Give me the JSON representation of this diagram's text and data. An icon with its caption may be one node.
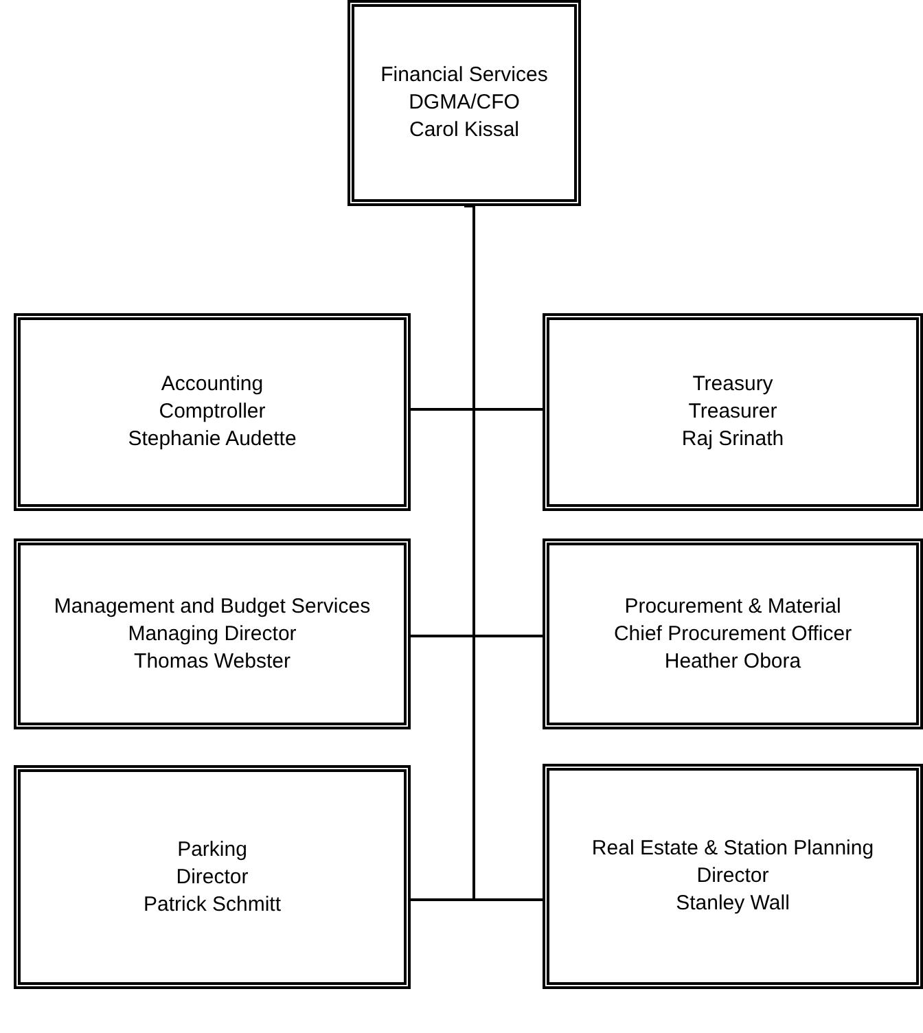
{
  "diagram": {
    "nodes": [
      {
        "text": [
          "Financial Services",
          "DGMA/CFO",
          "Carol Kissal"
        ]
      },
      {
        "text": [
          "Accounting",
          "Comptroller",
          "Stephanie Audette"
        ]
      },
      {
        "text": [
          "Treasury",
          "Treasurer",
          "Raj Srinath"
        ]
      },
      {
        "text": [
          "Management and Budget Services",
          "Managing Director",
          "Thomas Webster"
        ]
      },
      {
        "text": [
          "Procurement & Material",
          "Chief Procurement Officer",
          "Heather Obora"
        ]
      },
      {
        "text": [
          "Parking",
          "Director",
          "Patrick Schmitt"
        ]
      },
      {
        "text": [
          "Real Estate & Station Planning",
          "Director",
          "Stanley Wall"
        ]
      }
    ],
    "edges": [
      {
        "from": 0,
        "to": 1,
        "arrow": "none"
      },
      {
        "from": 0,
        "to": 2,
        "arrow": "none"
      },
      {
        "from": 0,
        "to": 3,
        "arrow": "none"
      },
      {
        "from": 0,
        "to": 4,
        "arrow": "none"
      },
      {
        "from": 0,
        "to": 5,
        "arrow": "none"
      },
      {
        "from": 0,
        "to": 6,
        "arrow": "none"
      }
    ]
  }
}
